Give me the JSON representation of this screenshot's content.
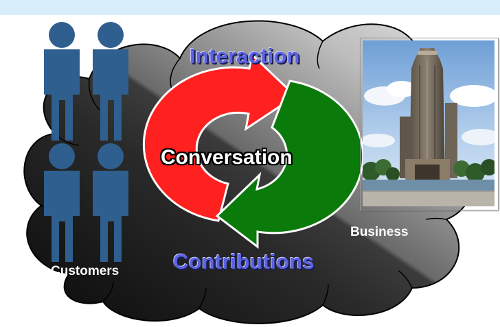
{
  "labels": {
    "interaction": "Interaction",
    "conversation": "Conversation",
    "contributions": "Contributions",
    "customers": "Customers",
    "business": "Business"
  },
  "colors": {
    "top_band": "#d7eefa",
    "label_blue": "#5a63e0",
    "arrow_red": "#ff2020",
    "arrow_green": "#0a7a0a",
    "person_blue": "#2f5f8f",
    "sky": "#8fb5e0"
  },
  "icons": {
    "people": "person-silhouette-icon",
    "cycle": "cycle-arrows-icon",
    "building": "building-photo"
  }
}
